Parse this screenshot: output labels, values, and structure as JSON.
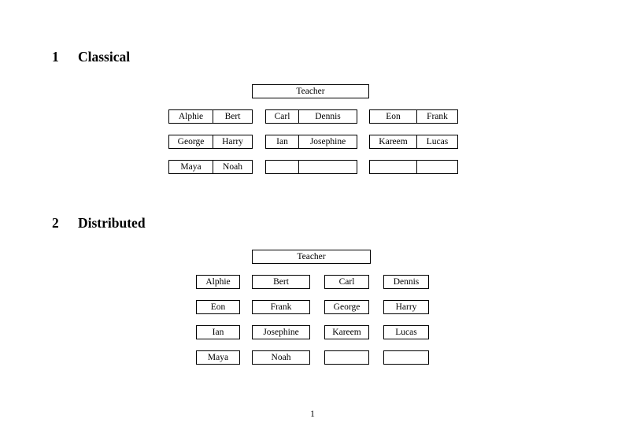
{
  "document": {
    "page_number": "1",
    "sections": [
      {
        "number": "1",
        "title": "Classical",
        "teacher_label": "Teacher",
        "layout": "paired-cells",
        "groups": [
          {
            "rows": [
              [
                "Alphie",
                "Bert"
              ],
              [
                "George",
                "Harry"
              ],
              [
                "Maya",
                "Noah"
              ]
            ]
          },
          {
            "rows": [
              [
                "Carl",
                "Dennis"
              ],
              [
                "Ian",
                "Josephine"
              ],
              [
                "",
                ""
              ]
            ]
          },
          {
            "rows": [
              [
                "Eon",
                "Frank"
              ],
              [
                "Kareem",
                "Lucas"
              ],
              [
                "",
                ""
              ]
            ]
          }
        ]
      },
      {
        "number": "2",
        "title": "Distributed",
        "teacher_label": "Teacher",
        "layout": "single-cells",
        "columns": [
          {
            "rows": [
              "Alphie",
              "Eon",
              "Ian",
              "Maya"
            ]
          },
          {
            "rows": [
              "Bert",
              "Frank",
              "Josephine",
              "Noah"
            ]
          },
          {
            "rows": [
              "Carl",
              "George",
              "Kareem",
              ""
            ]
          },
          {
            "rows": [
              "Dennis",
              "Harry",
              "Lucas",
              ""
            ]
          }
        ]
      }
    ]
  },
  "colors": {
    "page_background": "#ffffff",
    "text": "#000000",
    "box_border": "#000000"
  }
}
